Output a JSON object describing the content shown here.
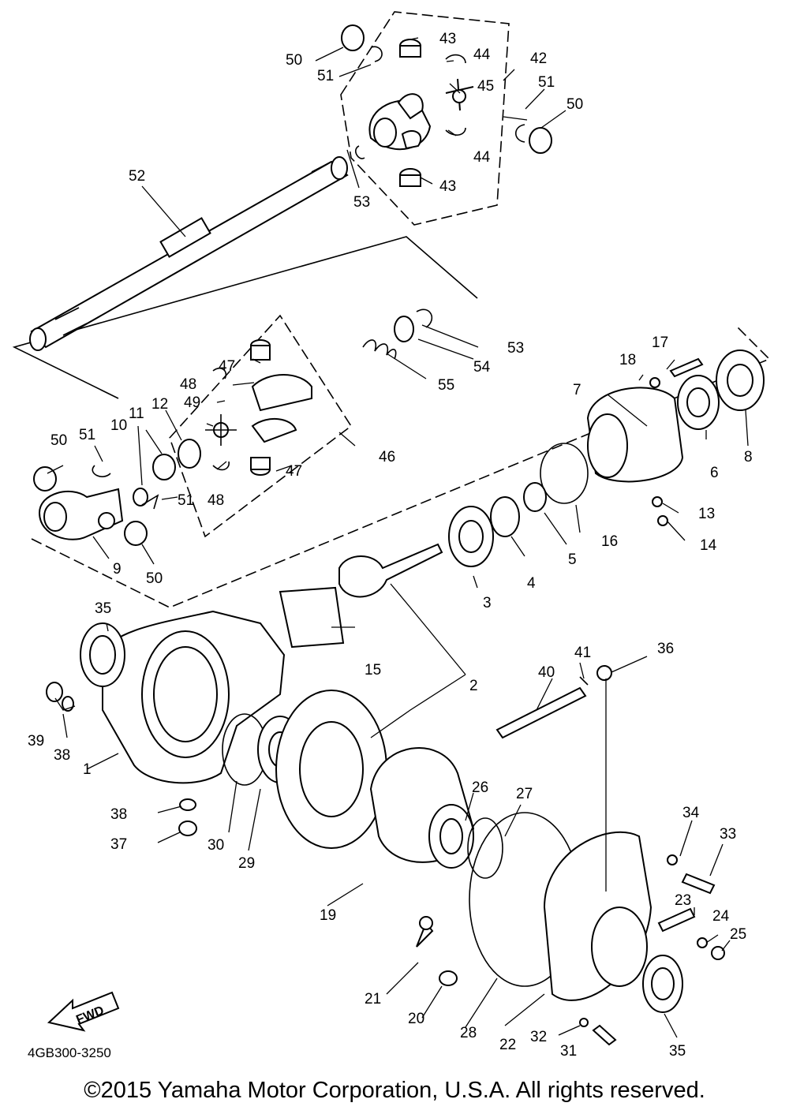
{
  "diagram": {
    "reference_code": "4GB300-3250",
    "fwd_label": "FWD",
    "callouts": [
      "1",
      "2",
      "3",
      "4",
      "5",
      "6",
      "7",
      "8",
      "9",
      "10",
      "11",
      "12",
      "13",
      "14",
      "15",
      "16",
      "17",
      "18",
      "19",
      "20",
      "21",
      "22",
      "23",
      "24",
      "25",
      "26",
      "27",
      "28",
      "29",
      "30",
      "31",
      "32",
      "33",
      "34",
      "35",
      "36",
      "37",
      "38",
      "39",
      "40",
      "41",
      "42",
      "43",
      "44",
      "45",
      "46",
      "47",
      "48",
      "49",
      "50",
      "51",
      "52",
      "53",
      "54",
      "55"
    ]
  },
  "footer": {
    "copyright": "©2015 Yamaha Motor Corporation, U.S.A. All rights reserved."
  }
}
